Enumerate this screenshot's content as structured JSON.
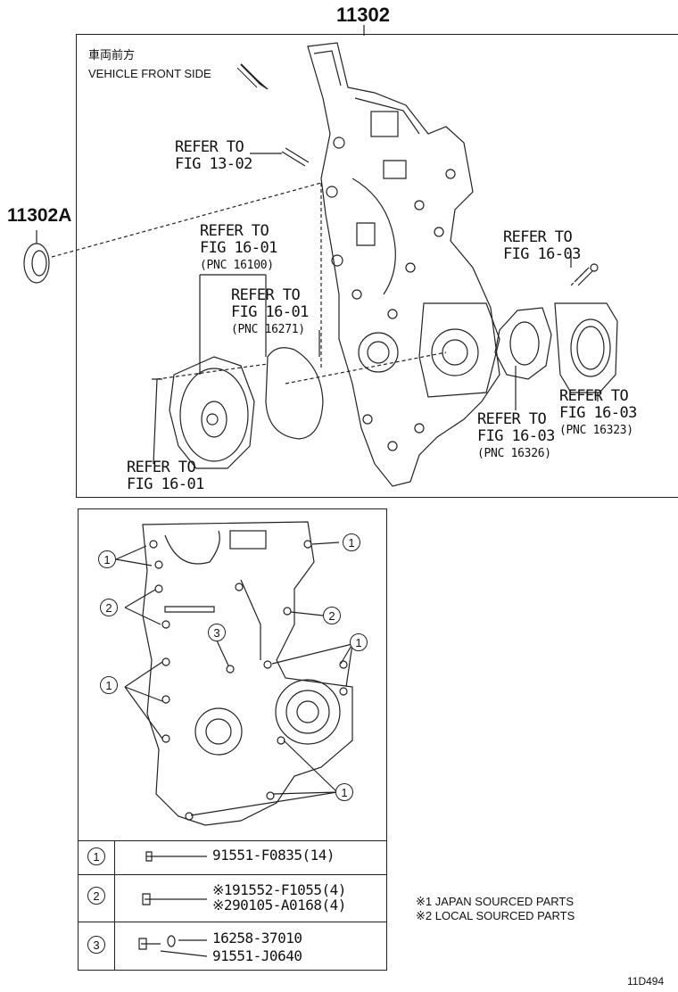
{
  "top": {
    "main_part_no": "11302",
    "seal_part_no": "11302A",
    "front_jp": "車両前方",
    "front_en": "VEHICLE FRONT SIDE",
    "refs": [
      {
        "id": "r1302",
        "l1": "REFER TO",
        "l2": "FIG 13-02",
        "l3": ""
      },
      {
        "id": "r1601a",
        "l1": "REFER TO",
        "l2": "FIG 16-01",
        "l3": "(PNC 16100)"
      },
      {
        "id": "r1601b",
        "l1": "REFER TO",
        "l2": "FIG 16-01",
        "l3": "(PNC 16271)"
      },
      {
        "id": "r1603a",
        "l1": "REFER TO",
        "l2": "FIG 16-03",
        "l3": ""
      },
      {
        "id": "r1603b",
        "l1": "REFER TO",
        "l2": "FIG 16-03",
        "l3": "(PNC 16323)"
      },
      {
        "id": "r1603c",
        "l1": "REFER TO",
        "l2": "FIG 16-03",
        "l3": "(PNC 16326)"
      },
      {
        "id": "r1601c",
        "l1": "REFER TO",
        "l2": "FIG 16-01",
        "l3": ""
      }
    ]
  },
  "bottom": {
    "callouts": [
      "1",
      "2",
      "3"
    ],
    "table": [
      {
        "key": "1",
        "line1": "91551-F0835(14)",
        "line2": ""
      },
      {
        "key": "2",
        "line1": "※191552-F1055(4)",
        "line2": "※290105-A0168(4)"
      },
      {
        "key": "3",
        "line1": "16258-37010",
        "line2": "91551-J0640"
      }
    ]
  },
  "notes": {
    "n1": "※1 JAPAN SOURCED PARTS",
    "n2": "※2 LOCAL SOURCED PARTS"
  },
  "figure_id": "11D494"
}
